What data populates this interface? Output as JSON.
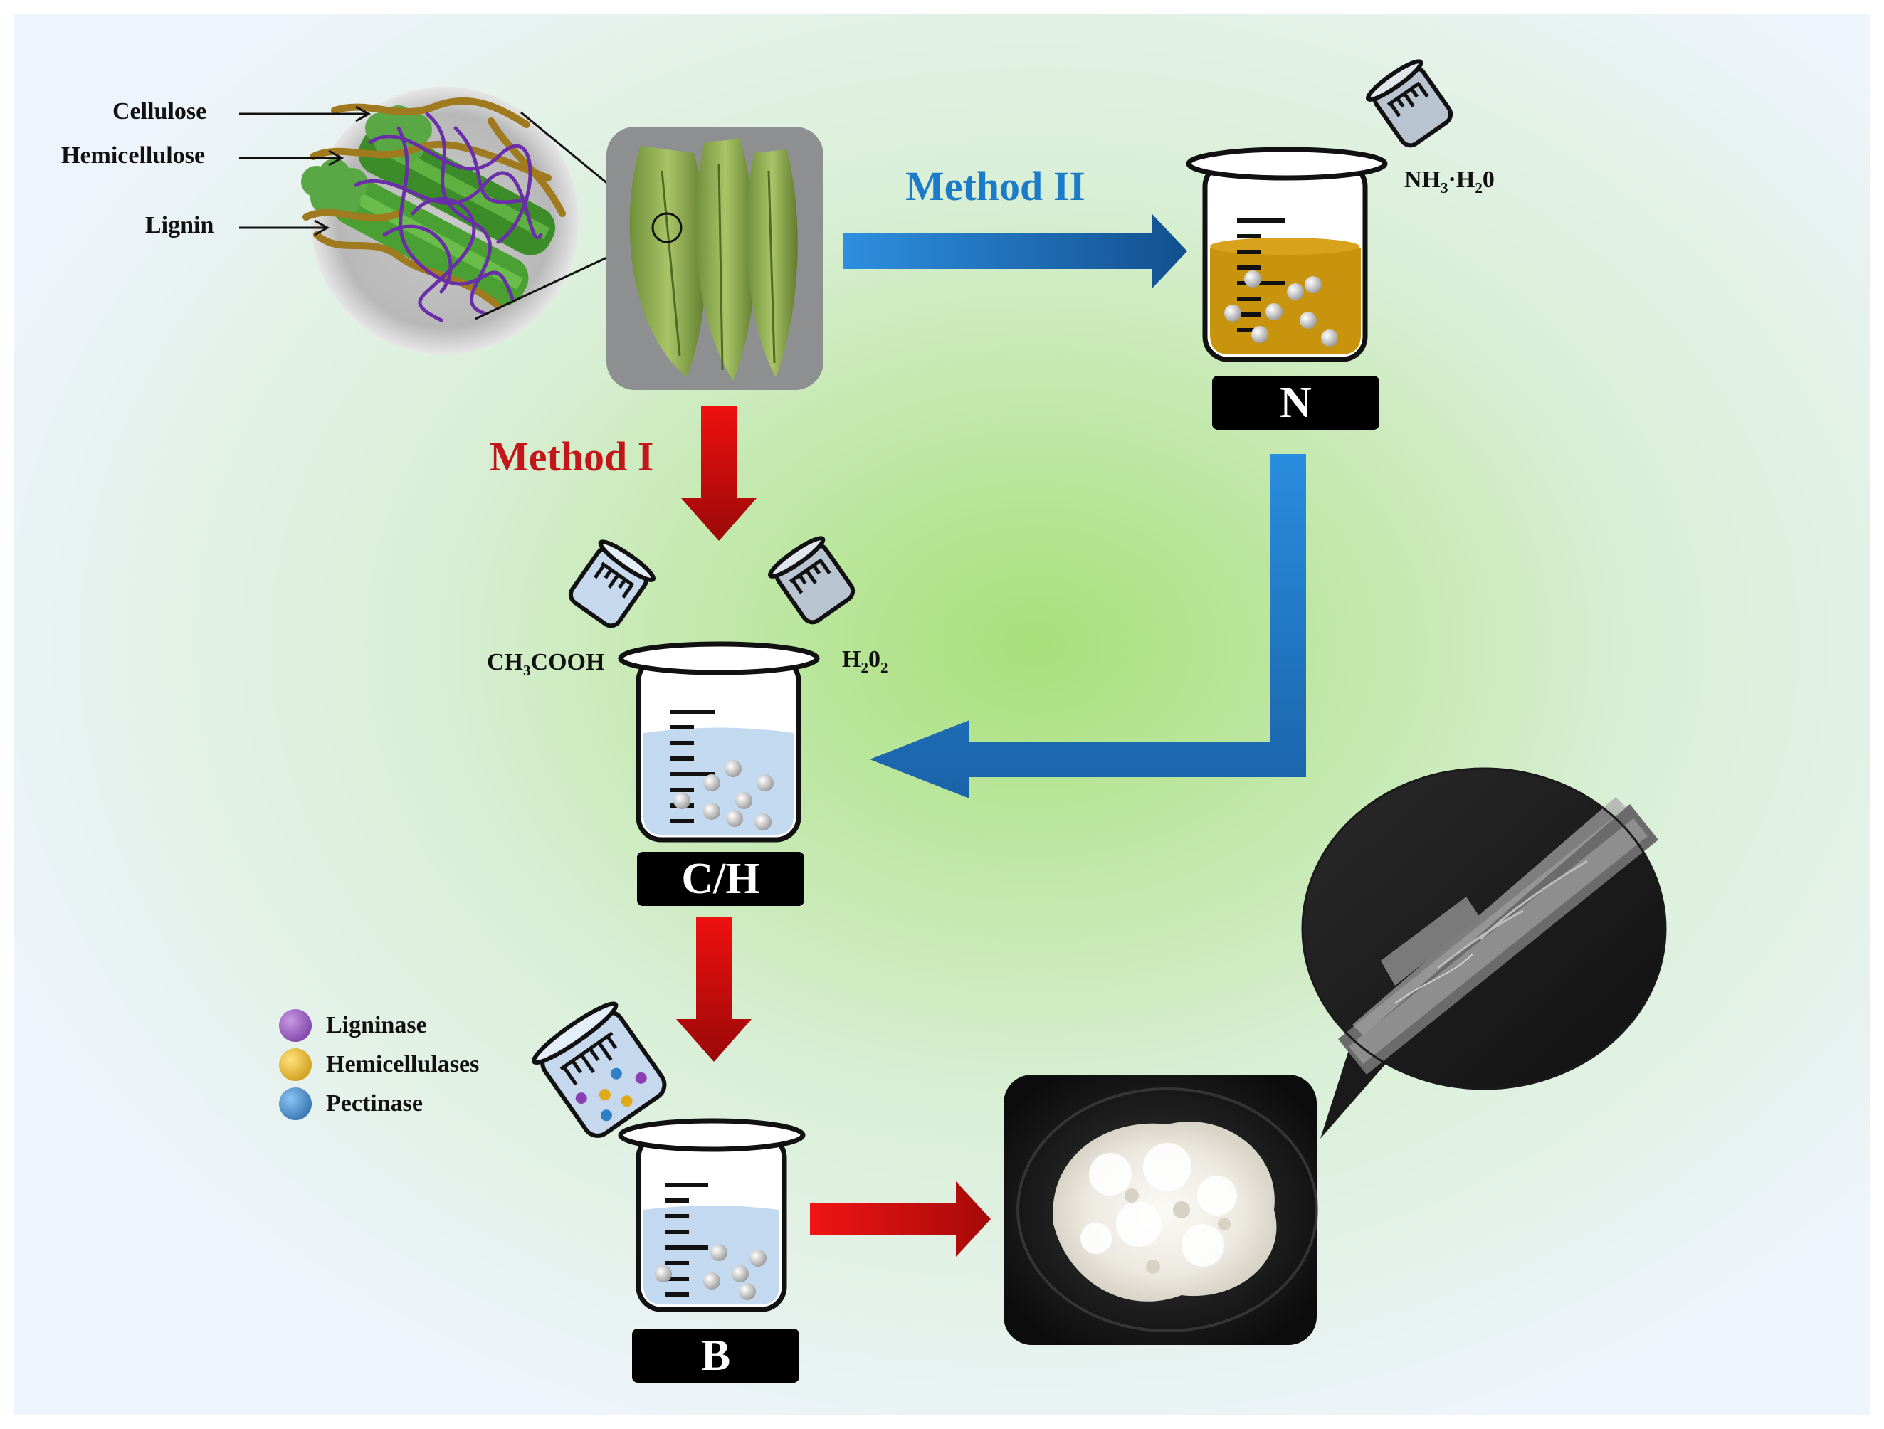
{
  "fiber_labels": {
    "cellulose": "Cellulose",
    "hemicellulose": "Hemicellulose",
    "lignin": "Lignin"
  },
  "methods": {
    "method_1": "Method I",
    "method_2": "Method II"
  },
  "chemicals": {
    "ammonia": {
      "main": "NH",
      "sub1": "3",
      "mid": "·H",
      "sub2": "2",
      "end": "0"
    },
    "acetic": {
      "main": "CH",
      "sub1": "3",
      "end": "COOH"
    },
    "peroxide": {
      "main": "H",
      "sub1": "2",
      "mid": "0",
      "sub2": "2"
    }
  },
  "tags": {
    "n": "N",
    "ch": "C/H",
    "b": "B"
  },
  "legend": [
    {
      "label": "Ligninase",
      "color": "#8a3fb5"
    },
    {
      "label": "Hemicellulases",
      "color": "#e0a91a"
    },
    {
      "label": "Pectinase",
      "color": "#2f7fc4"
    }
  ],
  "colors": {
    "method_1_arrow": "#d40f0f",
    "method_2_arrow": "#1f73c9",
    "method_1_text": "#c2171a",
    "method_2_text": "#1c7bc9",
    "liquid_ammonia": "#c8940d",
    "liquid_clear": "#c3d9f0"
  }
}
